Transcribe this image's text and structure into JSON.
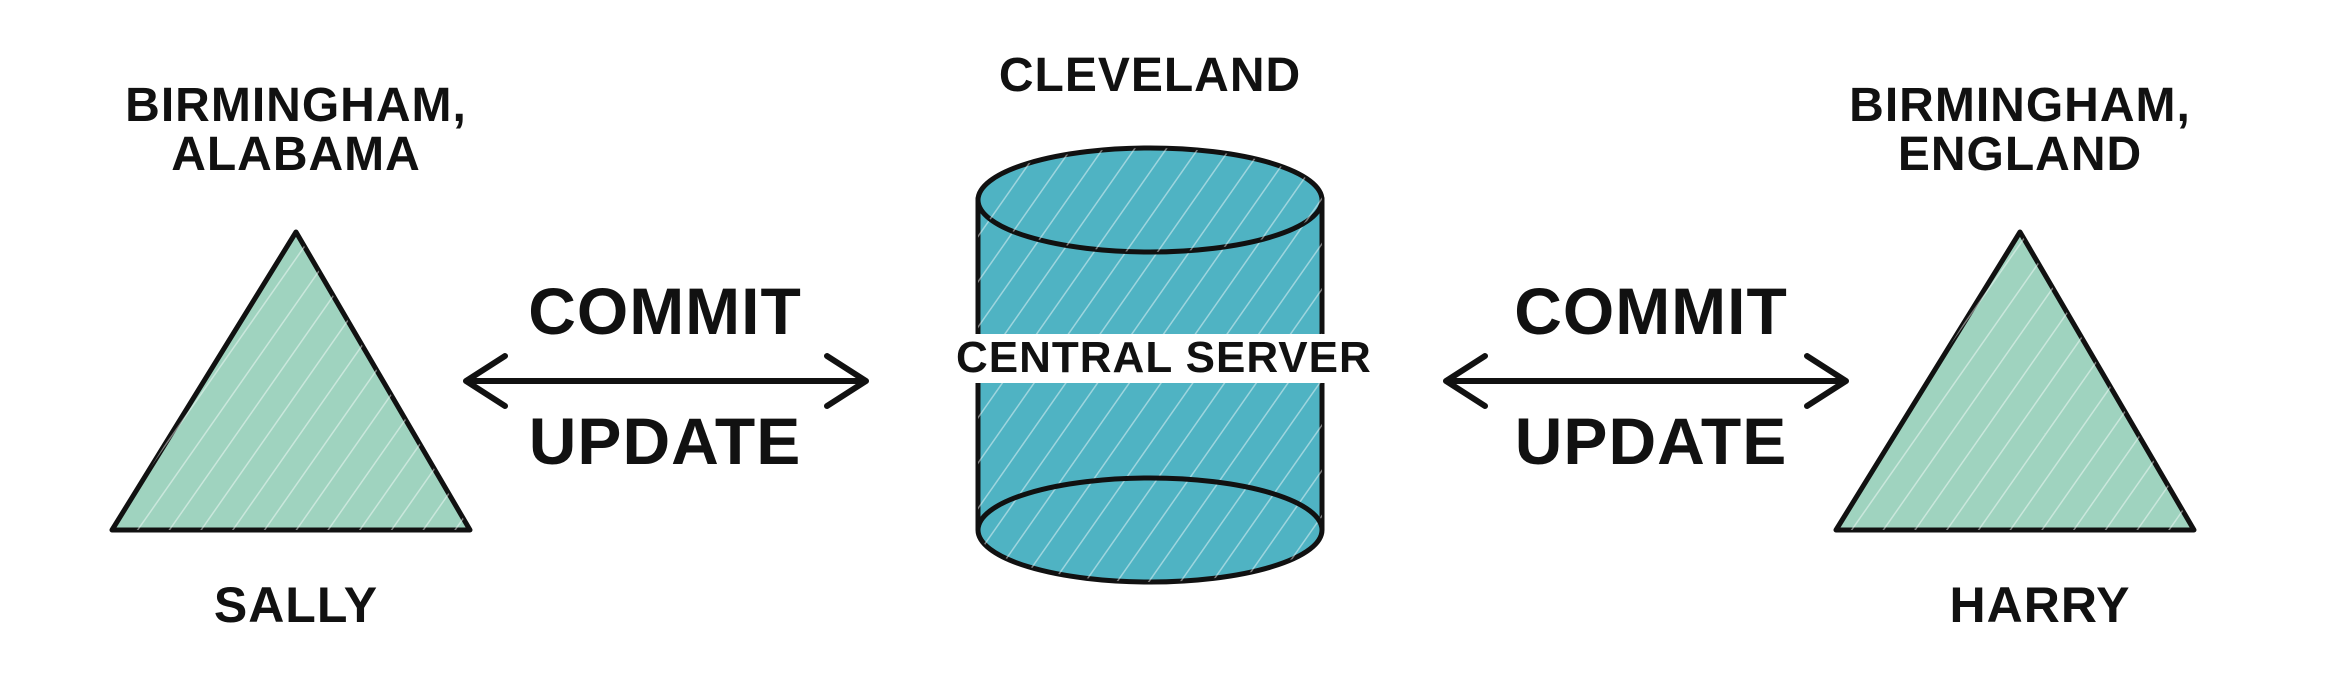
{
  "left_node": {
    "location_line1": "BIRMINGHAM,",
    "location_line2": "ALABAMA",
    "user": "SALLY"
  },
  "center_node": {
    "location": "CLEVELAND",
    "label": "CENTRAL SERVER"
  },
  "right_node": {
    "location_line1": "BIRMINGHAM,",
    "location_line2": "ENGLAND",
    "user": "HARRY"
  },
  "left_link": {
    "top_label": "COMMIT",
    "bottom_label": "UPDATE"
  },
  "right_link": {
    "top_label": "COMMIT",
    "bottom_label": "UPDATE"
  },
  "colors": {
    "client_fill": "#9fd3bf",
    "server_fill": "#4fb3c3",
    "ink": "#111111"
  }
}
